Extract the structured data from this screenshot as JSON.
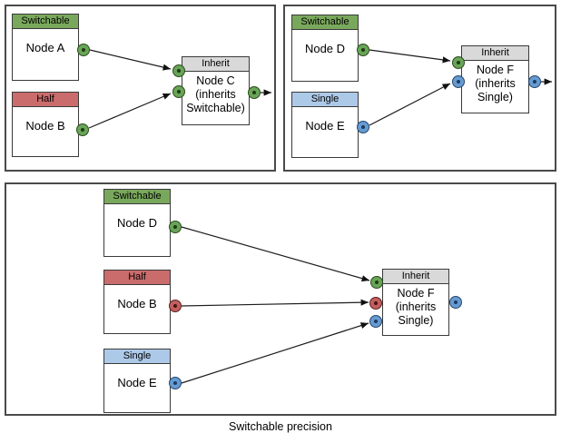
{
  "caption": "Switchable precision",
  "colors": {
    "switchable_green": "#79a85c",
    "half_red": "#ca6c6c",
    "single_blue": "#adc9e8",
    "inherit_gray": "#d9d9d9",
    "port_green": "#68a558",
    "port_red": "#c25f5f",
    "port_blue": "#669bd2",
    "edge_black": "#1d1d1d"
  },
  "panel_top_left": {
    "node_a": {
      "header": "Switchable",
      "label": "Node A"
    },
    "node_b": {
      "header": "Half",
      "label": "Node B"
    },
    "node_c": {
      "header": "Inherit",
      "label": "Node C",
      "sublabel": "(inherits Switchable)"
    }
  },
  "panel_top_right": {
    "node_d": {
      "header": "Switchable",
      "label": "Node D"
    },
    "node_e": {
      "header": "Single",
      "label": "Node E"
    },
    "node_f": {
      "header": "Inherit",
      "label": "Node F",
      "sublabel": "(inherits Single)"
    }
  },
  "panel_bottom": {
    "node_d": {
      "header": "Switchable",
      "label": "Node D"
    },
    "node_b": {
      "header": "Half",
      "label": "Node B"
    },
    "node_e": {
      "header": "Single",
      "label": "Node E"
    },
    "node_f": {
      "header": "Inherit",
      "label": "Node F",
      "sublabel": "(inherits Single)"
    }
  }
}
